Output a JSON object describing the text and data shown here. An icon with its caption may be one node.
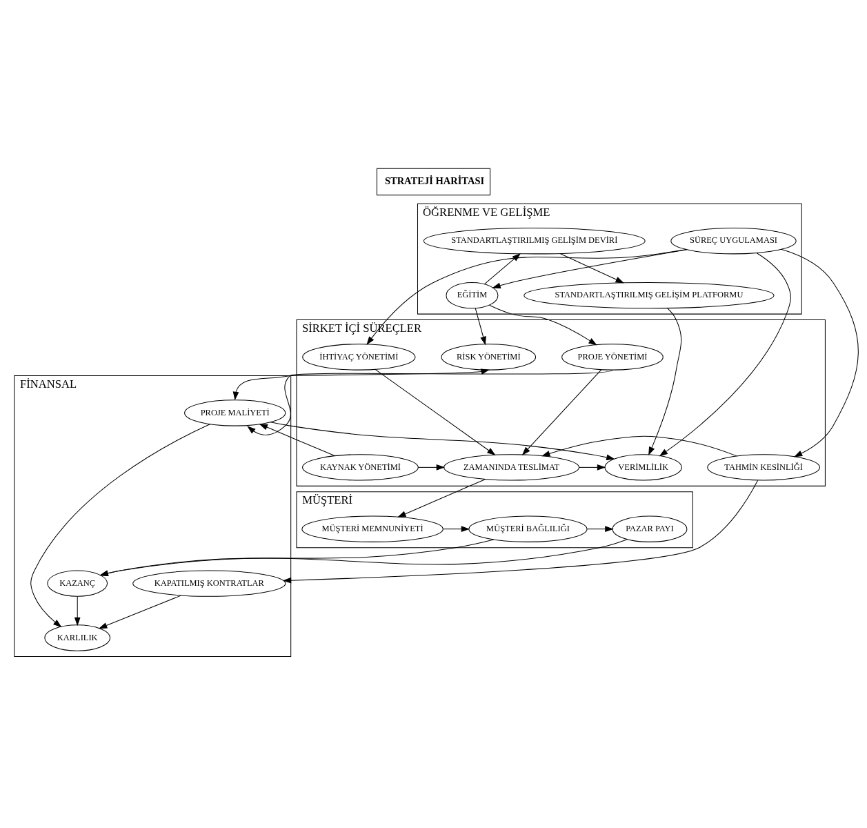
{
  "diagram": {
    "title": "STRATEJİ HARİTASI",
    "nodes": [
      {
        "text": [
          "FİNANSAL"
        ]
      },
      {
        "text": [
          "KARLILIK"
        ],
        "in": 0
      },
      {
        "text": [
          "KAPATILMIŞ KONTRATLAR"
        ],
        "in": 0
      },
      {
        "text": [
          "KAZANÇ"
        ],
        "in": 0
      },
      {
        "text": [
          "PROJE MALİYETİ"
        ],
        "in": 0
      },
      {
        "text": [
          "MÜŞTERİ"
        ]
      },
      {
        "text": [
          "MÜŞTERİ MEMNUNİYETİ"
        ],
        "in": 5
      },
      {
        "text": [
          "MÜŞTERİ BAĞLILIĞI"
        ],
        "in": 5
      },
      {
        "text": [
          "PAZAR PAYI"
        ],
        "in": 5
      },
      {
        "text": [
          "SİRKET İÇİ SÜREÇLER"
        ]
      },
      {
        "text": [
          "TAHMİN KESİNLİĞİ"
        ],
        "in": 9
      },
      {
        "text": [
          "KAYNAK YÖNETİMİ"
        ],
        "in": 9
      },
      {
        "text": [
          "ZAMANINDA TESLİMAT"
        ],
        "in": 9
      },
      {
        "text": [
          "VERİMLİLİK"
        ],
        "in": 9
      },
      {
        "text": [
          "İHTİYAÇ YÖNETİMİ"
        ],
        "in": 9
      },
      {
        "text": [
          "RİSK YÖNETİMİ"
        ],
        "in": 9
      },
      {
        "text": [
          "PROJE YÖNETİMİ"
        ],
        "in": 9
      },
      {
        "text": [
          "ÖĞRENME VE GELİŞME"
        ]
      },
      {
        "text": [
          "SÜREÇ UYGULAMASI"
        ],
        "in": 17
      },
      {
        "text": [
          "STANDARTLAŞTIRILMIŞ GELİŞİM DEVİRİ"
        ],
        "in": 17
      },
      {
        "text": [
          "EĞİTİM"
        ],
        "in": 17
      },
      {
        "text": [
          "STANDARTLAŞTIRILMIŞ GELİŞİM PLATFORMU"
        ],
        "in": 17
      }
    ],
    "edges": [
      {
        "from": 2,
        "to": 1,
        "arrow": "to"
      },
      {
        "from": 4,
        "to": 1,
        "arrow": "to"
      },
      {
        "from": 3,
        "to": 1,
        "arrow": "to"
      },
      {
        "from": 7,
        "to": 3,
        "arrow": "to"
      },
      {
        "from": 8,
        "to": 3,
        "arrow": "to"
      },
      {
        "from": 6,
        "to": 7,
        "arrow": "to"
      },
      {
        "from": 7,
        "to": 8,
        "arrow": "to"
      },
      {
        "from": 10,
        "to": 2,
        "arrow": "to"
      },
      {
        "from": 11,
        "to": 4,
        "arrow": "to"
      },
      {
        "from": 12,
        "to": 6,
        "arrow": "to"
      },
      {
        "from": 10,
        "to": 12,
        "arrow": "to"
      },
      {
        "from": 11,
        "to": 12,
        "arrow": "to"
      },
      {
        "from": 12,
        "to": 13,
        "arrow": "to"
      },
      {
        "from": 4,
        "to": 13,
        "arrow": "to"
      },
      {
        "from": 16,
        "to": 4,
        "arrow": "to"
      },
      {
        "from": 15,
        "to": 4,
        "arrow": "both"
      },
      {
        "from": 16,
        "to": 12,
        "arrow": "to"
      },
      {
        "from": 14,
        "to": 12,
        "arrow": "to"
      },
      {
        "from": 18,
        "to": 10,
        "arrow": "to"
      },
      {
        "from": 18,
        "to": 14,
        "arrow": "to"
      },
      {
        "from": 18,
        "to": 13,
        "arrow": "to"
      },
      {
        "from": 18,
        "to": 20,
        "arrow": "to"
      },
      {
        "from": 20,
        "to": 15,
        "arrow": "to"
      },
      {
        "from": 20,
        "to": 19,
        "arrow": "to"
      },
      {
        "from": 19,
        "to": 21,
        "arrow": "to"
      },
      {
        "from": 20,
        "to": 16,
        "arrow": "to"
      },
      {
        "from": 21,
        "to": 13,
        "arrow": "to"
      }
    ]
  }
}
